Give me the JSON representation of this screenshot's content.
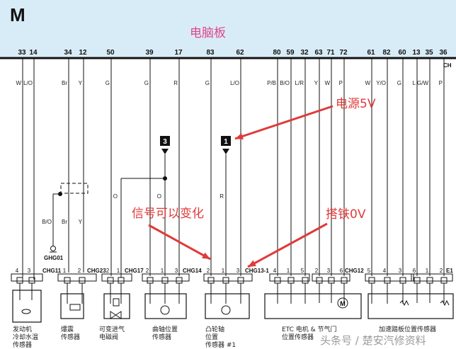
{
  "header": {
    "module_letter": "M",
    "title": "电脑板",
    "edge_label": "CH",
    "accent_color": "#d8ecf8"
  },
  "pins": [
    {
      "num": "33",
      "color": "W"
    },
    {
      "num": "14",
      "color": "L/O"
    },
    {
      "num": "34",
      "color": "Br"
    },
    {
      "num": "12",
      "color": "Y"
    },
    {
      "num": "50",
      "color": "G"
    },
    {
      "num": "39",
      "color": "G"
    },
    {
      "num": "17",
      "color": "R"
    },
    {
      "num": "83",
      "color": "G"
    },
    {
      "num": "62",
      "color": "L/O"
    },
    {
      "num": "80",
      "color": "P/B"
    },
    {
      "num": "59",
      "color": "B/O"
    },
    {
      "num": "32",
      "color": "L/R"
    },
    {
      "num": "63",
      "color": "Y"
    },
    {
      "num": "71",
      "color": "W"
    },
    {
      "num": "72",
      "color": "P"
    },
    {
      "num": "61",
      "color": "W"
    },
    {
      "num": "82",
      "color": "Y/O"
    },
    {
      "num": "60",
      "color": "G"
    },
    {
      "num": "13",
      "color": "L"
    },
    {
      "num": "35",
      "color": "G/W"
    },
    {
      "num": "36",
      "color": "P"
    }
  ],
  "mid_wires": {
    "o_left": "O",
    "o_right": "O",
    "r": "R",
    "b_o": "B/O",
    "br": "Br",
    "y": "Y"
  },
  "markers": [
    "3",
    "1"
  ],
  "ground": "GHG01",
  "connectors": [
    {
      "id": "CHG11",
      "pins": [
        "4",
        "3"
      ],
      "label": [
        "发动机",
        "冷却水温",
        "传感器"
      ]
    },
    {
      "id": "CHG23",
      "pins": [
        "1",
        "2"
      ],
      "label": [
        "爆震",
        "传感器"
      ]
    },
    {
      "id": "CHG17",
      "pins": [
        "2",
        "1"
      ],
      "label": [
        "可变进气",
        "电磁阀"
      ]
    },
    {
      "id": "CHG14",
      "pins": [
        "2",
        "1",
        "3"
      ],
      "label": [
        "曲轴位置",
        "传感器"
      ]
    },
    {
      "id": "CHG13-1",
      "pins": [
        "2",
        "1",
        "3"
      ],
      "label": [
        "凸轮轴",
        "位置",
        "传感器 #1"
      ]
    },
    {
      "id": "",
      "pins": [
        "4",
        "1",
        "5"
      ],
      "label": [
        "ETC 电机 & 节气门",
        "位置传感器"
      ]
    },
    {
      "id": "CHG12",
      "pins": [
        "2",
        "3",
        "6"
      ],
      "label": []
    },
    {
      "id": "",
      "pins": [
        "5",
        "4",
        "3"
      ],
      "label": [
        "加速踏板位置传感器"
      ]
    },
    {
      "id": "E1",
      "pins": [
        "6",
        "1",
        "2"
      ],
      "label": []
    }
  ],
  "annotations": {
    "power": "电源5V",
    "signal": "信号可以变化",
    "ground": "搭铁0V",
    "color": "#e03a3a"
  },
  "watermark": "头条号 / 楚安汽修资料"
}
